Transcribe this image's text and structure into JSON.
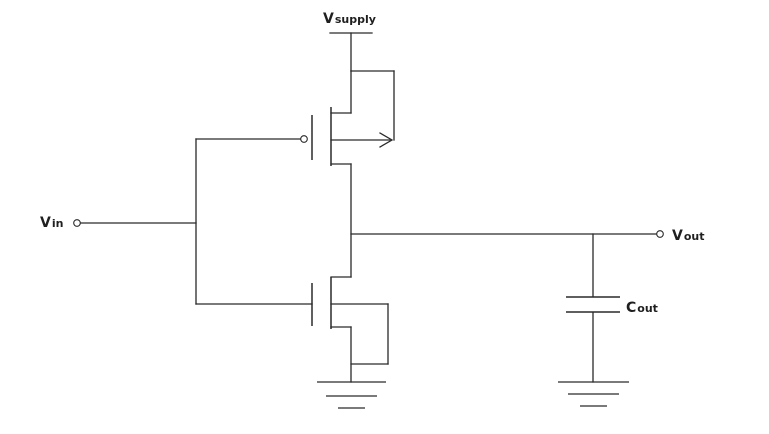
{
  "circuit": {
    "vsupply": {
      "main": "V",
      "sub": "supply"
    },
    "vin": {
      "main": "V",
      "sub": "in"
    },
    "vout": {
      "main": "V",
      "sub": "out"
    },
    "cout": {
      "main": "C",
      "sub": "out"
    }
  }
}
